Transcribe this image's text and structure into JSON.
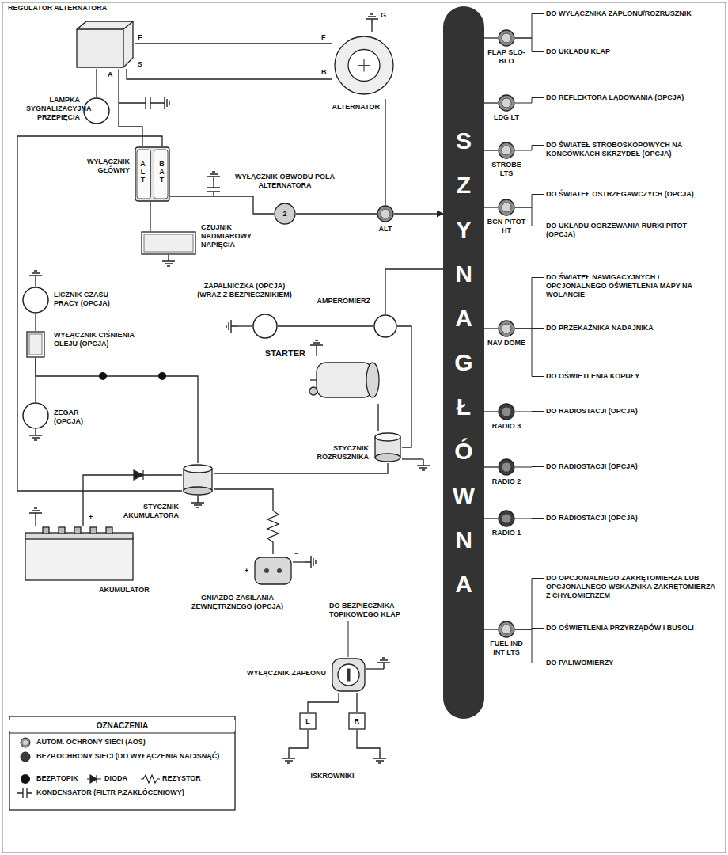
{
  "diagram": {
    "nodes": [
      {
        "text": [
          "REGULATOR ALTERNATORA"
        ]
      },
      {
        "text": [
          "ALTERNATOR"
        ]
      },
      {
        "text": [
          "LAMPKA SYGNALIZACYJNA PRZEPIĘCIA"
        ]
      },
      {
        "text": [
          "WYŁĄCZNIK GŁÓWNY",
          "ALT",
          "BAT"
        ]
      },
      {
        "text": [
          "CZUJNIK NADMIAROWY NAPIĘCIA"
        ]
      },
      {
        "text": [
          "WYŁĄCZNIK OBWODU POLA ALTERNATORA",
          "2"
        ]
      },
      {
        "text": [
          "ALT"
        ]
      },
      {
        "text": [
          "SZYNA GŁÓWNA"
        ]
      },
      {
        "text": [
          "FLAP SLO-BLO"
        ]
      },
      {
        "text": [
          "LDG LT"
        ]
      },
      {
        "text": [
          "STROBE LTS"
        ]
      },
      {
        "text": [
          "BCN PITOT HT"
        ]
      },
      {
        "text": [
          "NAV DOME"
        ]
      },
      {
        "text": [
          "RADIO 3"
        ]
      },
      {
        "text": [
          "RADIO 2"
        ]
      },
      {
        "text": [
          "RADIO 1"
        ]
      },
      {
        "text": [
          "FUEL IND INT LTS"
        ]
      },
      {
        "text": [
          "ZAPALNICZKA (OPCJA) (WRAZ Z BEZPIECZNIKIEM)"
        ]
      },
      {
        "text": [
          "AMPEROMIERZ"
        ]
      },
      {
        "text": [
          "LICZNIK CZASU PRACY (OPCJA)"
        ]
      },
      {
        "text": [
          "WYŁĄCZNIK CIŚNIENIA OLEJU (OPCJA)"
        ]
      },
      {
        "text": [
          "ZEGAR (OPCJA)"
        ]
      },
      {
        "text": [
          "STARTER"
        ]
      },
      {
        "text": [
          "STYCZNIK ROZRUSZNIKA"
        ]
      },
      {
        "text": [
          "STYCZNIK AKUMULATORA"
        ]
      },
      {
        "text": [
          "AKUMULATOR"
        ]
      },
      {
        "text": [
          "GNIAZDO ZASILANIA ZEWNĘTRZNEGO (OPCJA)"
        ]
      },
      {
        "text": [
          "WYŁĄCZNIK ZAPŁONU"
        ]
      },
      {
        "text": [
          "L"
        ]
      },
      {
        "text": [
          "R"
        ]
      }
    ],
    "edges": [
      {
        "from": 0,
        "to": 1,
        "arrow": "none"
      },
      {
        "from": 0,
        "to": 1,
        "arrow": "none"
      },
      {
        "from": 0,
        "to": 2,
        "arrow": "none"
      },
      {
        "from": 0,
        "to": 3,
        "arrow": "none"
      },
      {
        "from": 1,
        "to": 6,
        "arrow": "none"
      },
      {
        "from": 3,
        "to": 4,
        "arrow": "none"
      },
      {
        "from": 3,
        "to": 5,
        "arrow": "none"
      },
      {
        "from": 5,
        "to": 6,
        "arrow": "none"
      },
      {
        "from": 6,
        "to": 7,
        "arrow": "to"
      },
      {
        "from": 7,
        "to": 8,
        "arrow": "none"
      },
      {
        "from": 7,
        "to": 9,
        "arrow": "none"
      },
      {
        "from": 7,
        "to": 10,
        "arrow": "none"
      },
      {
        "from": 7,
        "to": 11,
        "arrow": "none"
      },
      {
        "from": 7,
        "to": 12,
        "arrow": "none"
      },
      {
        "from": 7,
        "to": 13,
        "arrow": "none"
      },
      {
        "from": 7,
        "to": 14,
        "arrow": "none"
      },
      {
        "from": 7,
        "to": 15,
        "arrow": "none"
      },
      {
        "from": 7,
        "to": 16,
        "arrow": "none"
      },
      {
        "from": 3,
        "to": 24,
        "arrow": "none"
      },
      {
        "from": 24,
        "to": 25,
        "arrow": "none"
      },
      {
        "from": 24,
        "to": 23,
        "arrow": "none"
      },
      {
        "from": 23,
        "to": 22,
        "arrow": "none"
      },
      {
        "from": 18,
        "to": 23,
        "arrow": "none"
      },
      {
        "from": 18,
        "to": 7,
        "arrow": "none"
      },
      {
        "from": 17,
        "to": 18,
        "arrow": "none"
      },
      {
        "from": 19,
        "to": 20,
        "arrow": "none"
      },
      {
        "from": 20,
        "to": 21,
        "arrow": "none"
      },
      {
        "from": 20,
        "to": 24,
        "arrow": "none"
      },
      {
        "from": 26,
        "to": 24,
        "arrow": "none"
      },
      {
        "from": 27,
        "to": 28,
        "arrow": "none"
      },
      {
        "from": 27,
        "to": 29,
        "arrow": "none"
      }
    ],
    "labels": [
      "F",
      "S",
      "A",
      "F",
      "B",
      "G",
      "DO WYŁĄCZNIKA ZAPŁONU/ROZRUSZNIK",
      "DO UKŁADU KLAP",
      "DO REFLEKTORA LĄDOWANIA (OPCJA)",
      "DO ŚWIATEŁ STROBOSKOPOWYCH NA KOŃCÓWKACH SKRZYDEŁ (OPCJA)",
      "DO ŚWIATEŁ OSTRZEGAWCZYCH (OPCJA)",
      "DO UKŁADU OGRZEWANIA RURKI PITOT (OPCJA)",
      "DO ŚWIATEŁ NAWIGACYJNYCH I OPCJONALNEGO OŚWIETLENIA MAPY NA WOLANCIE",
      "DO PRZEKAŹNIKA NADAJNIKA",
      "DO OŚWIETLENIA KOPUŁY",
      "DO RADIOSTACJI (OPCJA)",
      "DO RADIOSTACJI (OPCJA)",
      "DO RADIOSTACJI (OPCJA)",
      "DO OPCJONALNEGO ZAKRĘTOMIERZA LUB OPCJONALNEGO WSKAŹNIKA ZAKRĘTOMIERZA Z CHYŁOMIERZEM",
      "DO OŚWIETLENIA PRZYRZĄDÓW I BUSOLI",
      "DO PALIWOMIERZY",
      "DO BEZPIECZNIKA TOPIKOWEGO KLAP",
      "ISKROWNIKI",
      "+",
      "+",
      "−",
      "OZNACZENIA"
    ],
    "legend": [
      {
        "text": "AUTOM. OCHRONY SIECI (AOS)"
      },
      {
        "text": "BEZP.OCHRONY SIECI (DO WYŁĄCZENIA NACISNĄĆ)"
      },
      {
        "text": "BEZP.TOPIK"
      },
      {
        "text": "DIODA"
      },
      {
        "text": "REZYSTOR"
      },
      {
        "text": "KONDENSATOR (FILTR P.ZAKŁÓCENIOWY)"
      }
    ]
  }
}
